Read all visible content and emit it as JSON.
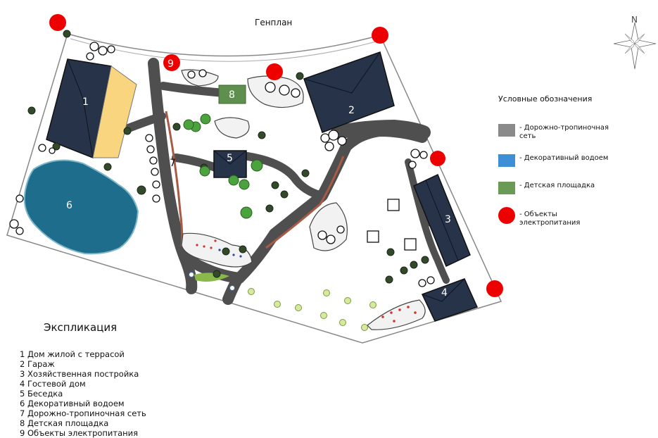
{
  "title": "Генплан",
  "compass": {
    "north_letter": "N"
  },
  "legend": {
    "title": "Условные обозначения",
    "items": [
      {
        "label": "- Дорожно-тропиночная сеть",
        "color": "#8a8a8a"
      },
      {
        "label": "- Декоративный водоем",
        "color": "#3f8fd6"
      },
      {
        "label": "- Детская площадка",
        "color": "#6a9a55"
      },
      {
        "label": "- Объекты электропитания",
        "color": "#ee0000"
      }
    ]
  },
  "plan_labels": {
    "house": "1",
    "garage": "2",
    "utility": "3",
    "guest": "4",
    "gazebo": "5",
    "pond": "6",
    "paths": "7",
    "playground": "8",
    "power": "9"
  },
  "explication": {
    "title": "Экспликация",
    "items": [
      "1 Дом жилой с террасой",
      "2 Гараж",
      "3 Хозяйственная постройка",
      "4 Гостевой дом",
      "5 Беседка",
      "6 Декоративный водоем",
      "7 Дорожно-тропиночная сеть",
      "8 Детская площадка",
      "9 Объекты электропитания"
    ]
  },
  "colors": {
    "building": "#273348",
    "terrace": "#f8d57e",
    "path": "#555555",
    "pond": "#1f6d8c",
    "playground": "#5f8f4e",
    "power": "#ee0000"
  }
}
